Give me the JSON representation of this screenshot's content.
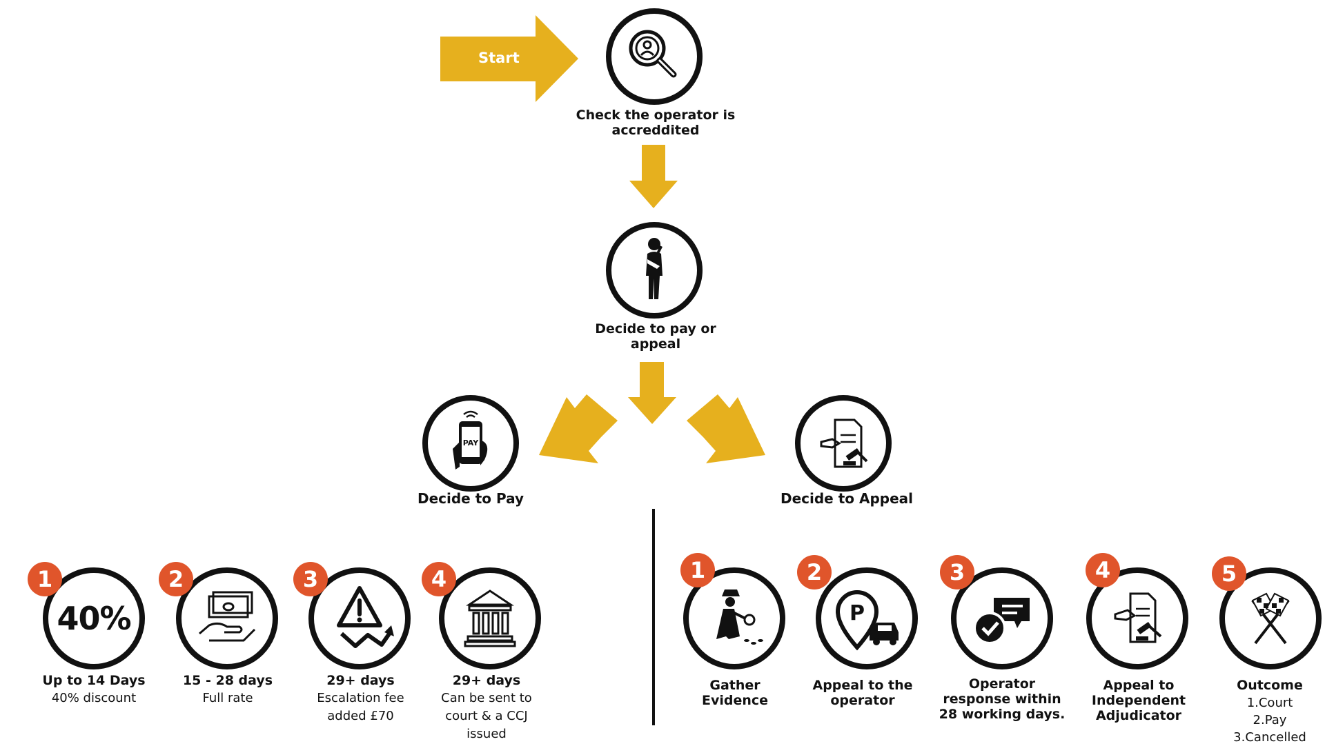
{
  "colors": {
    "arrow": "#e6b01e",
    "badge": "#e0552b",
    "ink": "#111111"
  },
  "start": {
    "label": "Start"
  },
  "top_nodes": [
    {
      "icon": "magnifier-person-icon",
      "label": "Check the operator is accreddited"
    },
    {
      "icon": "thinking-person-icon",
      "label": "Decide to pay or appeal"
    }
  ],
  "branches": {
    "pay": {
      "icon": "phone-pay-icon",
      "label": "Decide to Pay"
    },
    "appeal": {
      "icon": "appeal-document-gavel-icon",
      "label": "Decide to Appeal"
    }
  },
  "pay_steps": [
    {
      "number": "1",
      "icon": "percent-text",
      "icon_text": "40%",
      "title": "Up to 14 Days",
      "detail": "40% discount"
    },
    {
      "number": "2",
      "icon": "cash-hand-icon",
      "title": "15 - 28 days",
      "detail": "Full rate"
    },
    {
      "number": "3",
      "icon": "warning-chart-icon",
      "title": "29+ days",
      "detail": "Escalation fee added £70"
    },
    {
      "number": "4",
      "icon": "court-building-icon",
      "title": "29+ days",
      "detail": "Can be sent to court & a CCJ issued"
    }
  ],
  "appeal_steps": [
    {
      "number": "1",
      "icon": "detective-icon",
      "title": "Gather Evidence"
    },
    {
      "number": "2",
      "icon": "parking-pin-car-icon",
      "title": "Appeal to the operator"
    },
    {
      "number": "3",
      "icon": "chat-check-icon",
      "title": "Operator response within 28 working days."
    },
    {
      "number": "4",
      "icon": "adjudicator-gavel-icon",
      "title": "Appeal to Independent Adjudicator"
    },
    {
      "number": "5",
      "icon": "checkered-flags-icon",
      "title": "Outcome",
      "outcomes": [
        "1.Court",
        "2.Pay",
        "3.Cancelled"
      ]
    }
  ]
}
